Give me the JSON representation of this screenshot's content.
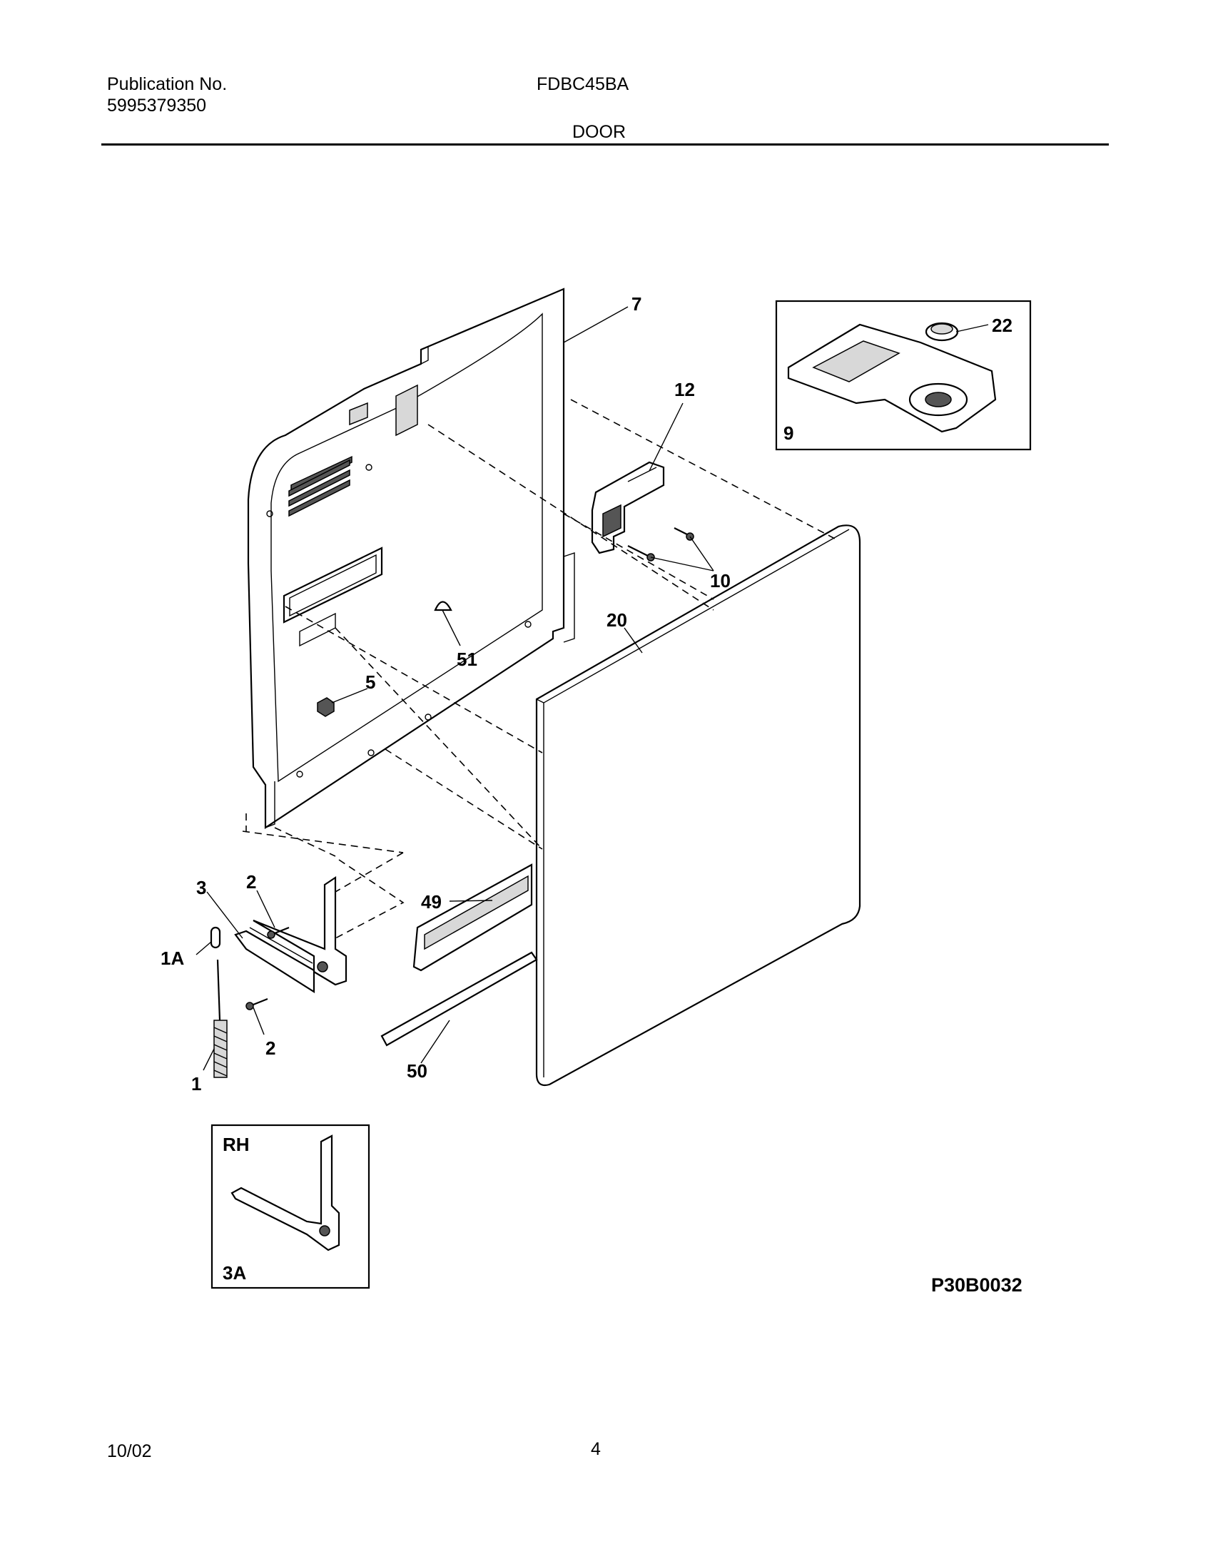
{
  "header": {
    "publication_label": "Publication No.",
    "publication_number": "5995379350",
    "model": "FDBC45BA",
    "section": "DOOR"
  },
  "diagram": {
    "callouts": {
      "c7": "7",
      "c12": "12",
      "c22": "22",
      "c9": "9",
      "c10": "10",
      "c20": "20",
      "c51": "51",
      "c5": "5",
      "c3": "3",
      "c2a": "2",
      "c1A": "1A",
      "c2b": "2",
      "c1": "1",
      "c49": "49",
      "c50": "50",
      "cRH": "RH",
      "c3A": "3A"
    },
    "drawing_code": "P30B0032"
  },
  "footer": {
    "date": "10/02",
    "page": "4"
  }
}
